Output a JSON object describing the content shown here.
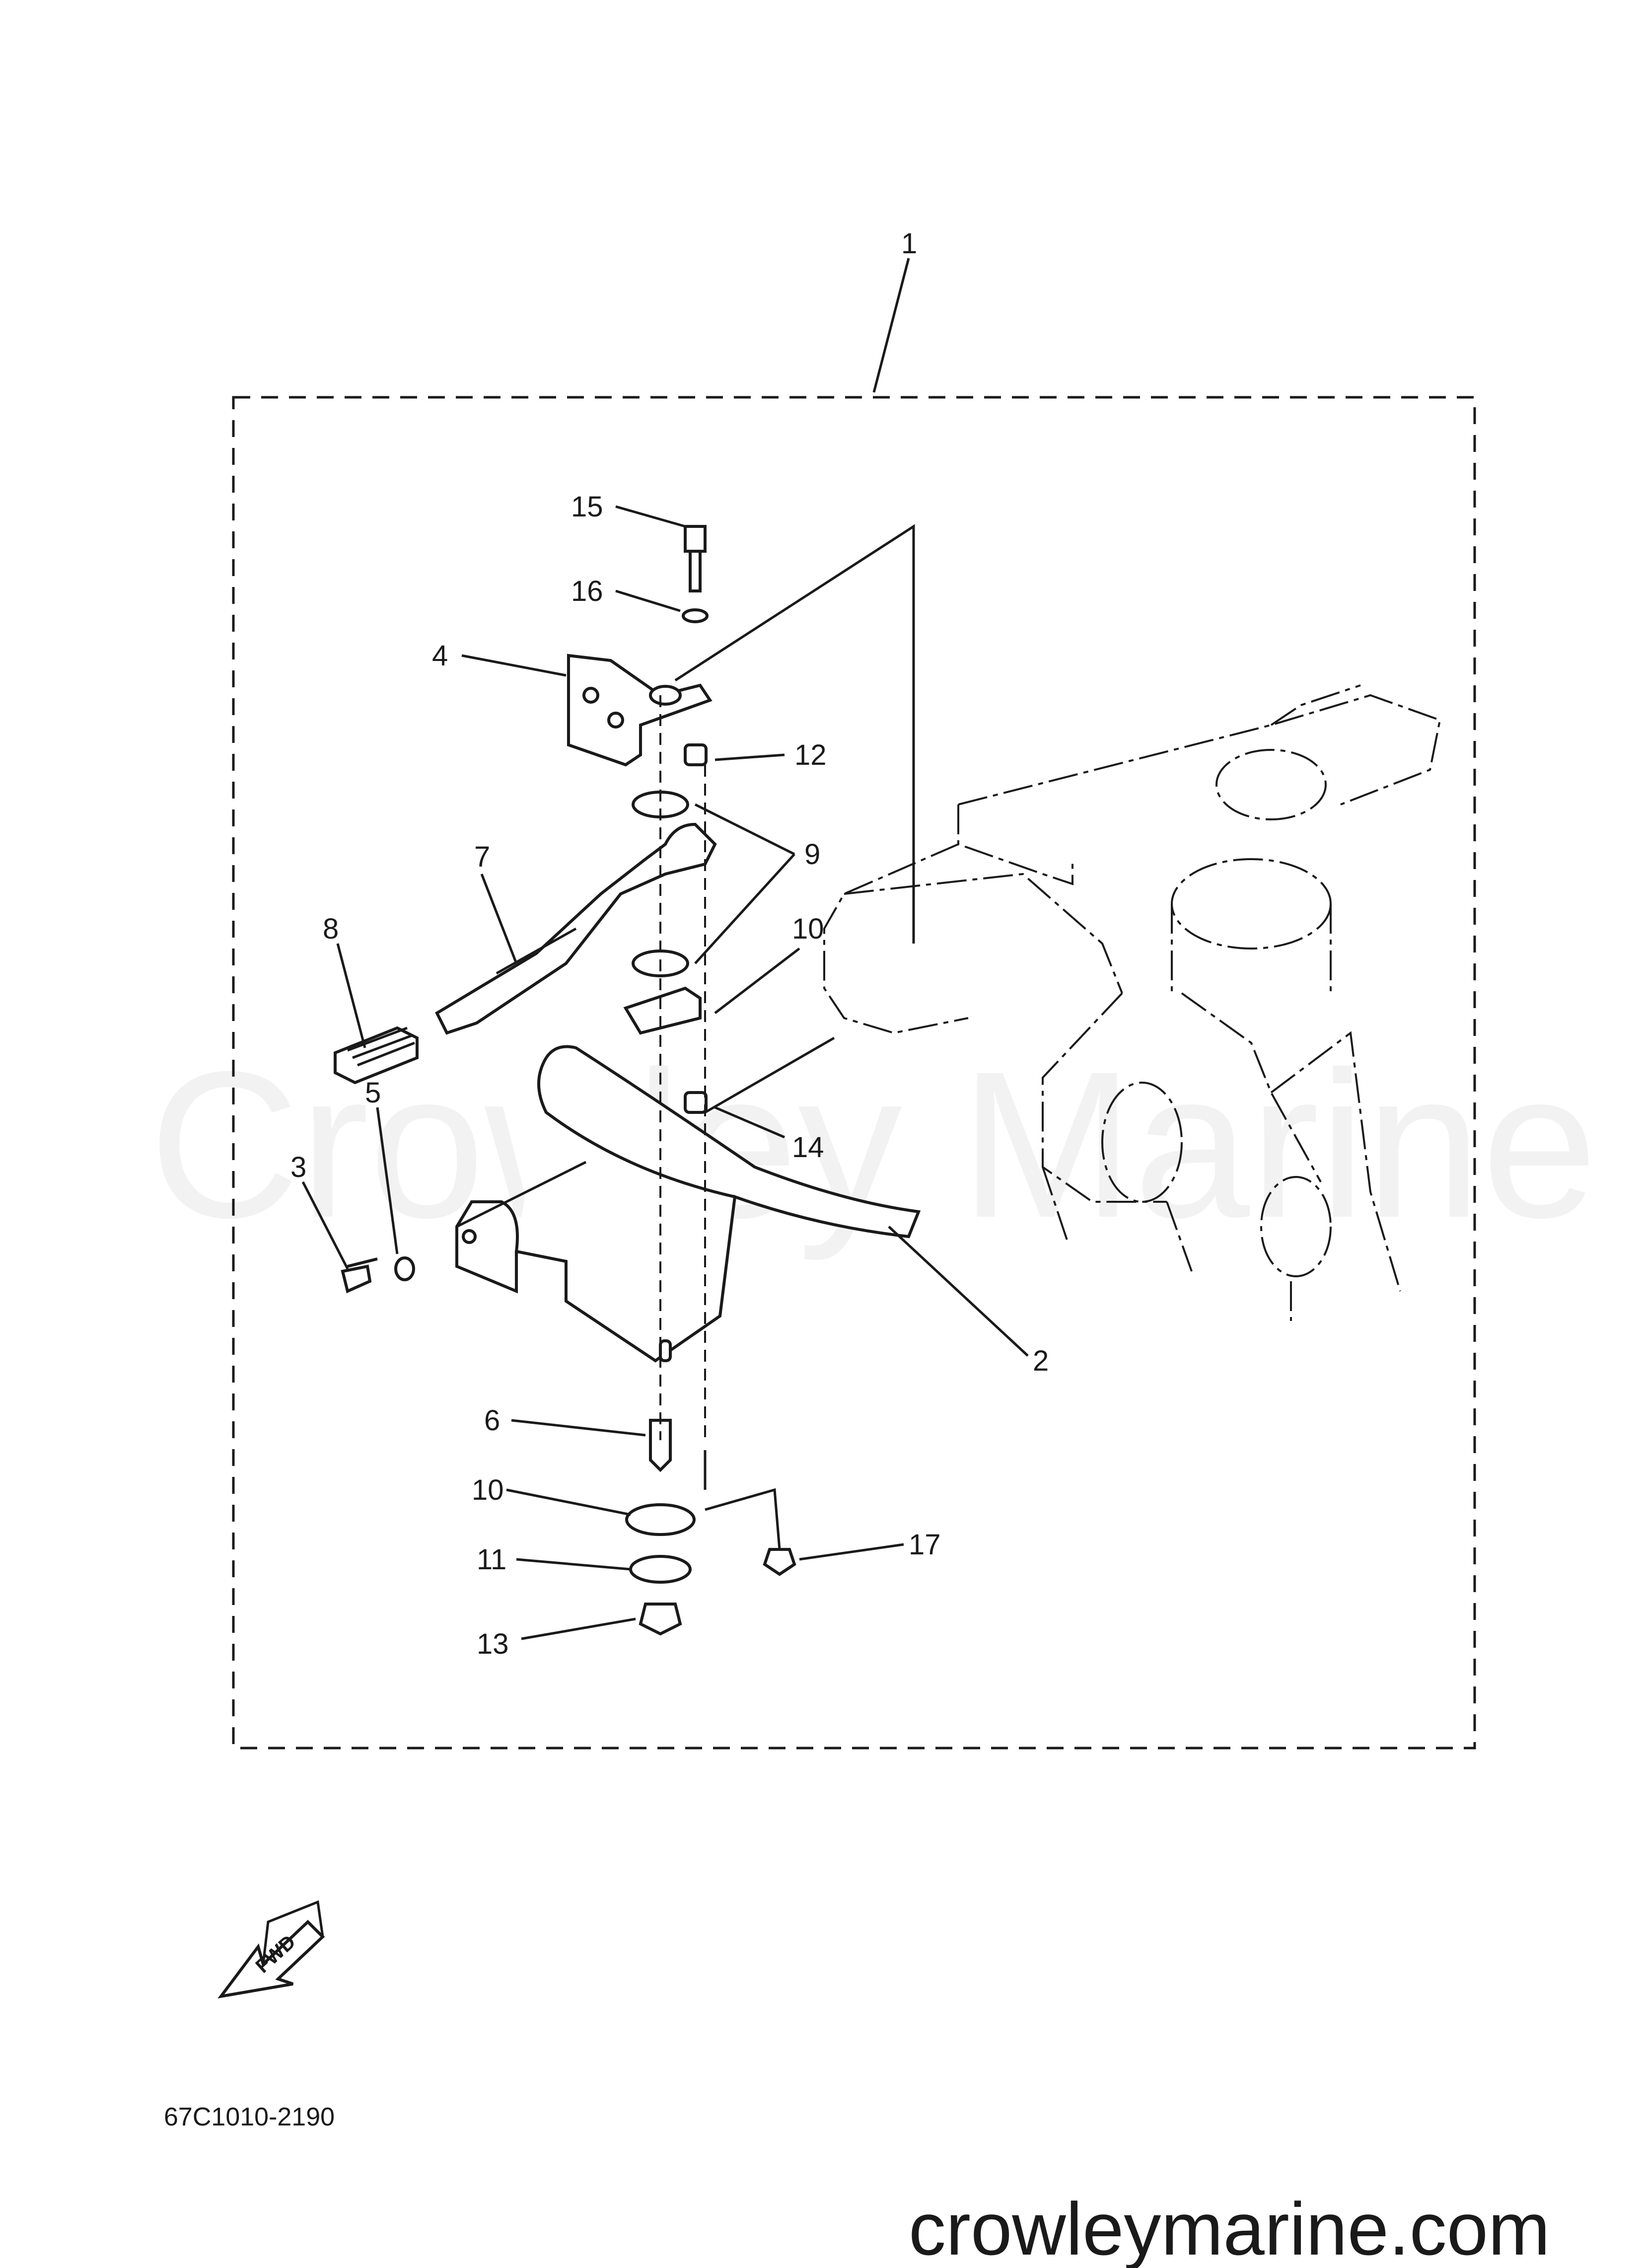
{
  "watermark": "Crowley Marine",
  "diagram": {
    "part_numbers": [
      "1",
      "15",
      "16",
      "4",
      "12",
      "9",
      "7",
      "10",
      "8",
      "14",
      "5",
      "3",
      "2",
      "6",
      "10",
      "11",
      "17",
      "13"
    ],
    "fwd_label": "FWD",
    "drawing_code": "67C1010-2190"
  },
  "footer": {
    "site": "crowleymarine.com"
  }
}
